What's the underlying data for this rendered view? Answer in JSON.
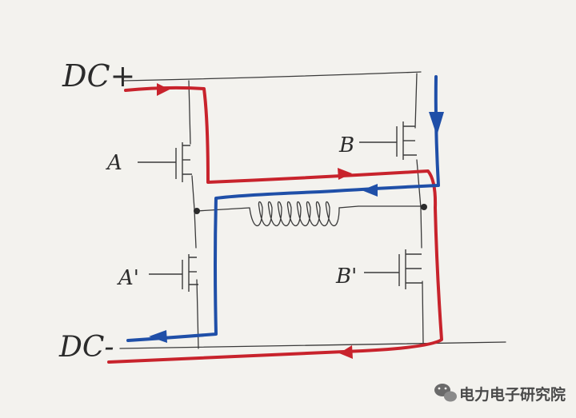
{
  "labels": {
    "dc_plus": "DC+",
    "dc_minus": "DC-",
    "switch_a": "A",
    "switch_a_prime": "A'",
    "switch_b": "B",
    "switch_b_prime": "B'"
  },
  "watermark": {
    "text": "电力电子研究院",
    "icon": "wechat-bubble-icon"
  },
  "colors": {
    "wire": "#3a3a3a",
    "red_path": "#c8232c",
    "blue_path": "#1f4fa8",
    "background": "#f3f2ee"
  }
}
